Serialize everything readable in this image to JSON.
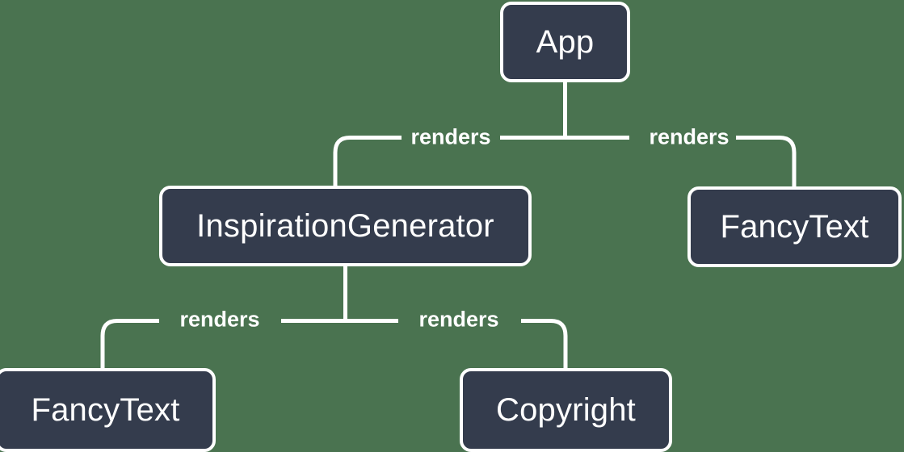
{
  "diagram": {
    "type": "component-tree",
    "background_color": "#4a7350",
    "node_fill_color": "#343c4d",
    "node_border_color": "#ffffff",
    "text_color": "#ffffff",
    "nodes": [
      {
        "id": "app",
        "label": "App"
      },
      {
        "id": "inspiration",
        "label": "InspirationGenerator"
      },
      {
        "id": "fancytext-right",
        "label": "FancyText"
      },
      {
        "id": "fancytext-left",
        "label": "FancyText"
      },
      {
        "id": "copyright",
        "label": "Copyright"
      }
    ],
    "edges": [
      {
        "from": "app",
        "to": "inspiration",
        "label": "renders"
      },
      {
        "from": "app",
        "to": "fancytext-right",
        "label": "renders"
      },
      {
        "from": "inspiration",
        "to": "fancytext-left",
        "label": "renders"
      },
      {
        "from": "inspiration",
        "to": "copyright",
        "label": "renders"
      }
    ]
  }
}
